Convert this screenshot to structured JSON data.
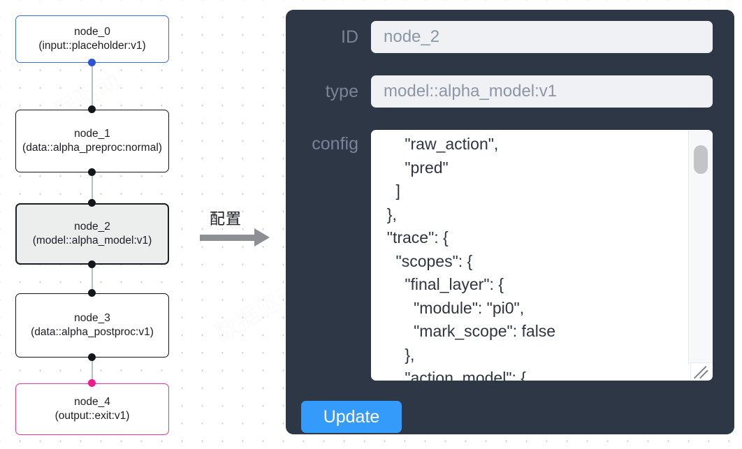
{
  "graph": {
    "nodes": [
      {
        "id": "node_0",
        "type": "(input::placeholder:v1)",
        "state": "input"
      },
      {
        "id": "node_1",
        "type": "(data::alpha_preproc:normal)",
        "state": "default"
      },
      {
        "id": "node_2",
        "type": "(model::alpha_model:v1)",
        "state": "selected"
      },
      {
        "id": "node_3",
        "type": "(data::alpha_postproc:v1)",
        "state": "default"
      },
      {
        "id": "node_4",
        "type": "(output::exit:v1)",
        "state": "output"
      }
    ]
  },
  "arrow": {
    "caption": "配置",
    "icon": "arrow-right-icon"
  },
  "inspector": {
    "fields": [
      {
        "key": "id",
        "label": "ID",
        "value": "node_2"
      },
      {
        "key": "type",
        "label": "type",
        "value": "model::alpha_model:v1"
      },
      {
        "key": "config",
        "label": "config",
        "value": "      \"raw_action\",\n      \"pred\"\n    ]\n  },\n  \"trace\": {\n    \"scopes\": {\n      \"final_layer\": {\n        \"module\": \"pi0\",\n        \"mark_scope\": false\n      },\n      \"action_model\": {"
      }
    ],
    "update_label": "Update",
    "accent_color": "#349bfb",
    "panel_color": "#2e3746"
  },
  "watermark": {
    "text": "数据驱动"
  }
}
